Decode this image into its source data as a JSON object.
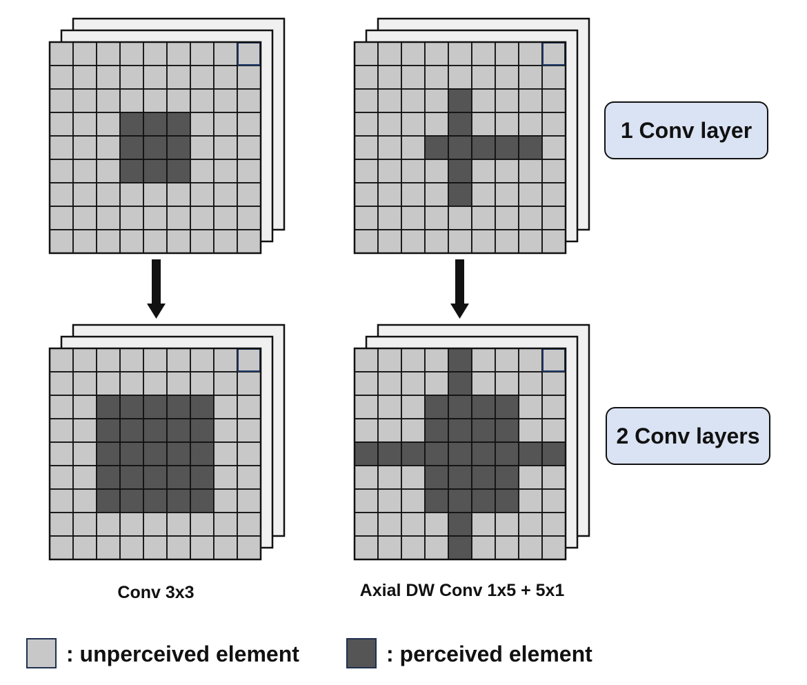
{
  "colors": {
    "unperceived": "#c8c8c8",
    "perceived": "#555555",
    "back_sheet": "#f0f0f0",
    "grid_line": "#111111",
    "corner_highlight": "#1f3a6b",
    "label_box": "#dae3f3"
  },
  "layer_labels": {
    "one_layer": "1 Conv layer",
    "two_layers": "2 Conv layers"
  },
  "captions": {
    "conv3x3": "Conv 3x3",
    "axial": "Axial DW Conv 1x5 + 5x1"
  },
  "legend": {
    "unperceived": ": unperceived element",
    "perceived": ": perceived element"
  },
  "grids": [
    {
      "name": "conv3x3-one-layer",
      "rows": [
        "000000000",
        "000000000",
        "000000000",
        "000111000",
        "000111000",
        "000111000",
        "000000000",
        "000000000",
        "000000000"
      ]
    },
    {
      "name": "axial-one-layer",
      "rows": [
        "000000000",
        "000000000",
        "000010000",
        "000010000",
        "000111110",
        "000010000",
        "000010000",
        "000000000",
        "000000000"
      ]
    },
    {
      "name": "conv3x3-two-layers",
      "rows": [
        "000000000",
        "000000000",
        "001111100",
        "001111100",
        "001111100",
        "001111100",
        "001111100",
        "000000000",
        "000000000"
      ]
    },
    {
      "name": "axial-two-layers",
      "rows": [
        "000010000",
        "000010000",
        "000111100",
        "000111100",
        "111111111",
        "000111100",
        "000111100",
        "000010000",
        "000010000"
      ]
    }
  ]
}
